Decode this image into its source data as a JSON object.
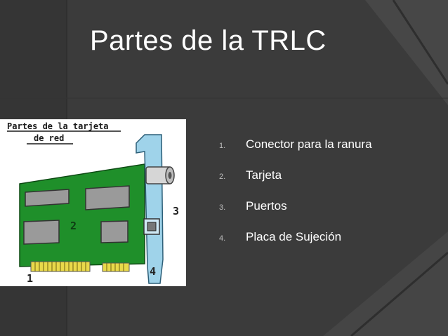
{
  "slide": {
    "title": "Partes de la TRLC",
    "items": [
      {
        "num": "1.",
        "text": "Conector para la ranura"
      },
      {
        "num": "2.",
        "text": "Tarjeta"
      },
      {
        "num": "3.",
        "text": "Puertos"
      },
      {
        "num": "4.",
        "text": "Placa de Sujeción"
      }
    ]
  },
  "figure": {
    "caption_line1": "Partes de la tarjeta",
    "caption_line2": "de red",
    "labels": [
      "1",
      "2",
      "3",
      "4"
    ]
  },
  "colors": {
    "background": "#3a3a3a",
    "board_green": "#1f8f2a",
    "bracket_blue": "#9fd3ea",
    "connector_yellow": "#e9d94a"
  }
}
